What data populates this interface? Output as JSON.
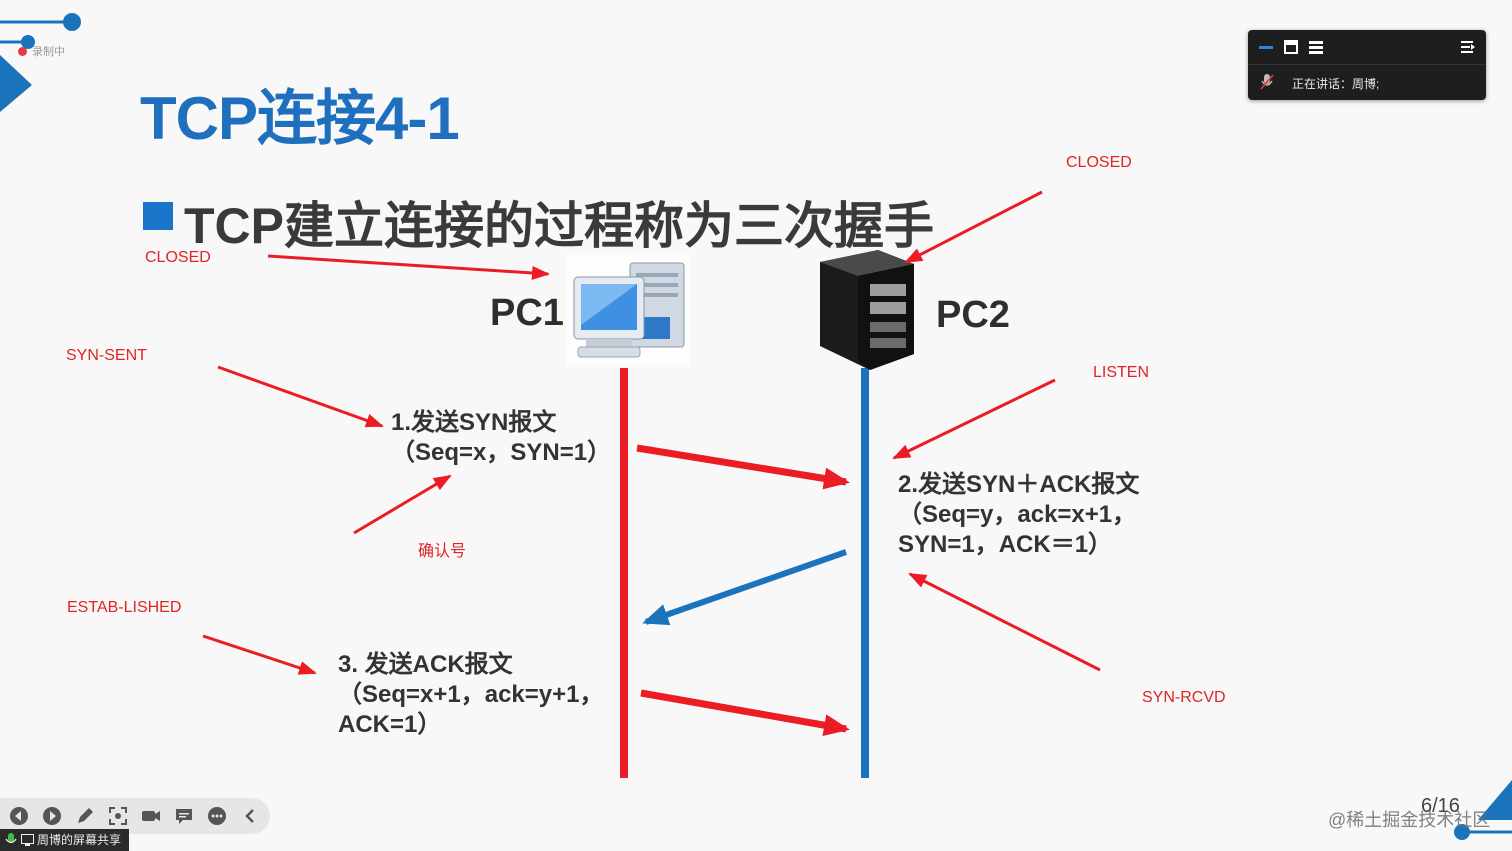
{
  "slide": {
    "title": "TCP连接4-1",
    "subtitle": "TCP建立连接的过程称为三次握手",
    "page_indicator": "6/16"
  },
  "hosts": {
    "pc1_label": "PC1",
    "pc2_label": "PC2"
  },
  "states": {
    "pc1_closed": "CLOSED",
    "pc2_closed": "CLOSED",
    "syn_sent": "SYN-SENT",
    "listen": "LISTEN",
    "established": "ESTAB-LISHED",
    "syn_rcvd": "SYN-RCVD",
    "ack_number_note": "确认号"
  },
  "steps": {
    "step1_line1": "1.发送SYN报文",
    "step1_line2": "（Seq=x，SYN=1）",
    "step2_line1": "2.发送SYN＋ACK报文",
    "step2_line2": "（Seq=y，ack=x+1，",
    "step2_line3": "SYN=1，ACK＝1）",
    "step3_line1": "3. 发送ACK报文",
    "step3_line2": "（Seq=x+1，ack=y+1，",
    "step3_line3": "ACK=1）"
  },
  "meeting_widget": {
    "speaking_label": "正在讲话：周博;"
  },
  "recording": {
    "label": "录制中"
  },
  "screen_share": {
    "label": "周博的屏幕共享"
  },
  "watermark": "@稀土掘金技术社区",
  "colors": {
    "title_blue": "#1f6fbf",
    "annotation_red": "#e02424",
    "timeline_red": "#ec1c24",
    "timeline_blue": "#1a73bb"
  },
  "icons": {
    "pc1": "desktop-computer-icon",
    "pc2": "server-tower-icon"
  }
}
